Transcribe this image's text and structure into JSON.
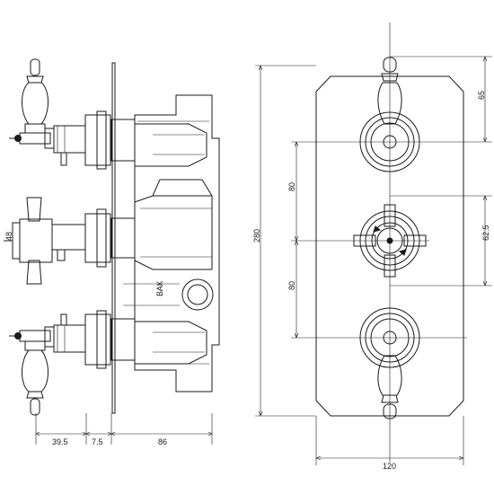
{
  "drawing": {
    "side_view": {
      "dimensions": {
        "depth_1": "39.5",
        "depth_2": "7.5",
        "depth_3": "86"
      },
      "labels": {
        "inlet_mark": "48",
        "flow_mark": "ВАК"
      }
    },
    "front_view": {
      "dimensions": {
        "overall_height": "280",
        "top_to_handle": "65",
        "spacing_upper": "80",
        "spacing_lower": "80",
        "center_handle_width": "62.5",
        "overall_width": "120"
      }
    }
  }
}
